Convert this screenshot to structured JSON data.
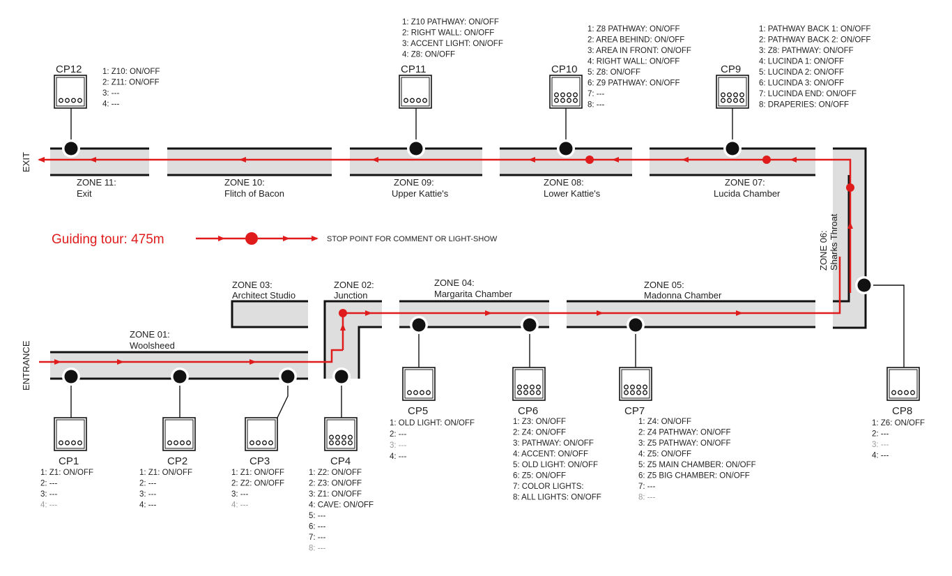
{
  "zones": [
    {
      "key": "z01",
      "label": "ZONE 01:",
      "name": "Woolsheed"
    },
    {
      "key": "z02",
      "label": "ZONE 02:",
      "name": "Junction"
    },
    {
      "key": "z03",
      "label": "ZONE 03:",
      "name": "Architect Studio"
    },
    {
      "key": "z04",
      "label": "ZONE 04:",
      "name": "Margarita Chamber"
    },
    {
      "key": "z05",
      "label": "ZONE 05:",
      "name": "Madonna Chamber"
    },
    {
      "key": "z06",
      "label": "ZONE 06:",
      "name": "Sharks Throat"
    },
    {
      "key": "z07",
      "label": "ZONE 07:",
      "name": "Lucida Chamber"
    },
    {
      "key": "z08",
      "label": "ZONE 08:",
      "name": "Lower Kattie's"
    },
    {
      "key": "z09",
      "label": "ZONE 09:",
      "name": "Upper Kattie's"
    },
    {
      "key": "z10",
      "label": "ZONE 10:",
      "name": "Flitch of Bacon"
    },
    {
      "key": "z11",
      "label": "ZONE 11:",
      "name": "Exit"
    }
  ],
  "entrance_label": "ENTRANCE",
  "exit_label": "EXIT",
  "legend": {
    "tour_label": "Guiding tour: 475m",
    "stop_label": "STOP POINT FOR COMMENT  OR LIGHT-SHOW"
  },
  "control_panels": [
    {
      "key": "cp1",
      "name": "CP1",
      "buttons": 4,
      "lines": [
        {
          "text": "1: Z1: ON/OFF",
          "dim": false
        },
        {
          "text": "2: ---",
          "dim": false
        },
        {
          "text": "3: ---",
          "dim": false
        },
        {
          "text": "4: ---",
          "dim": true
        }
      ]
    },
    {
      "key": "cp2",
      "name": "CP2",
      "buttons": 4,
      "lines": [
        {
          "text": "1: Z1: ON/OFF",
          "dim": false
        },
        {
          "text": "2: ---",
          "dim": false
        },
        {
          "text": "3: ---",
          "dim": false
        },
        {
          "text": "4: ---",
          "dim": false
        }
      ]
    },
    {
      "key": "cp3",
      "name": "CP3",
      "buttons": 4,
      "lines": [
        {
          "text": "1: Z1: ON/OFF",
          "dim": false
        },
        {
          "text": "2: Z2: ON/OFF",
          "dim": false
        },
        {
          "text": "3: ---",
          "dim": false
        },
        {
          "text": "4: ---",
          "dim": true
        }
      ]
    },
    {
      "key": "cp4",
      "name": "CP4",
      "buttons": 8,
      "lines": [
        {
          "text": "1: Z2: ON/OFF",
          "dim": false
        },
        {
          "text": "2: Z3: ON/OFF",
          "dim": false
        },
        {
          "text": "3: Z1: ON/OFF",
          "dim": false
        },
        {
          "text": "4: CAVE: ON/OFF",
          "dim": false
        },
        {
          "text": "5: ---",
          "dim": false
        },
        {
          "text": "6: ---",
          "dim": false
        },
        {
          "text": "7: ---",
          "dim": false
        },
        {
          "text": "8: ---",
          "dim": true
        }
      ]
    },
    {
      "key": "cp5",
      "name": "CP5",
      "buttons": 4,
      "lines": [
        {
          "text": "1: OLD LIGHT: ON/OFF",
          "dim": false
        },
        {
          "text": "2: ---",
          "dim": false
        },
        {
          "text": "3: ---",
          "dim": true
        },
        {
          "text": "4: ---",
          "dim": false
        }
      ]
    },
    {
      "key": "cp6",
      "name": "CP6",
      "buttons": 8,
      "lines": [
        {
          "text": "1: Z3: ON/OFF",
          "dim": false
        },
        {
          "text": "2: Z4: ON/OFF",
          "dim": false
        },
        {
          "text": "3: PATHWAY: ON/OFF",
          "dim": false
        },
        {
          "text": "4: ACCENT: ON/OFF",
          "dim": false
        },
        {
          "text": "5: OLD LIGHT: ON/OFF",
          "dim": false
        },
        {
          "text": "6: Z5: ON/OFF",
          "dim": false
        },
        {
          "text": "7: COLOR LIGHTS:",
          "dim": false
        },
        {
          "text": "8: ALL LIGHTS: ON/OFF",
          "dim": false
        }
      ]
    },
    {
      "key": "cp7",
      "name": "CP7",
      "buttons": 8,
      "lines": [
        {
          "text": "1: Z4: ON/OFF",
          "dim": false
        },
        {
          "text": "2: Z4 PATHWAY: ON/OFF",
          "dim": false
        },
        {
          "text": "3: Z5 PATHWAY: ON/OFF",
          "dim": false
        },
        {
          "text": "4: Z5: ON/OFF",
          "dim": false
        },
        {
          "text": "5: Z5 MAIN CHAMBER: ON/OFF",
          "dim": false
        },
        {
          "text": "6: Z5 BIG CHAMBER: ON/OFF",
          "dim": false
        },
        {
          "text": "7: ---",
          "dim": false
        },
        {
          "text": "8: ---",
          "dim": true
        }
      ]
    },
    {
      "key": "cp8",
      "name": "CP8",
      "buttons": 4,
      "lines": [
        {
          "text": "1: Z6: ON/OFF",
          "dim": false
        },
        {
          "text": "2: ---",
          "dim": false
        },
        {
          "text": "3: ---",
          "dim": true
        },
        {
          "text": "4: ---",
          "dim": false
        }
      ]
    },
    {
      "key": "cp9",
      "name": "CP9",
      "buttons": 8,
      "lines": [
        {
          "text": "1: PATHWAY BACK 1: ON/OFF",
          "dim": false
        },
        {
          "text": "2: PATHWAY BACK 2: ON/OFF",
          "dim": false
        },
        {
          "text": "3: Z8: PATHWAY: ON/OFF",
          "dim": false
        },
        {
          "text": "4: LUCINDA 1: ON/OFF",
          "dim": false
        },
        {
          "text": "5: LUCINDA 2: ON/OFF",
          "dim": false
        },
        {
          "text": "6: LUCINDA 3: ON/OFF",
          "dim": false
        },
        {
          "text": "7: LUCINDA END: ON/OFF",
          "dim": false
        },
        {
          "text": "8: DRAPERIES: ON/OFF",
          "dim": false
        }
      ]
    },
    {
      "key": "cp10",
      "name": "CP10",
      "buttons": 8,
      "lines": [
        {
          "text": "1: Z8 PATHWAY: ON/OFF",
          "dim": false
        },
        {
          "text": "2: AREA BEHIND: ON/OFF",
          "dim": false
        },
        {
          "text": "3: AREA IN FRONT: ON/OFF",
          "dim": false
        },
        {
          "text": "4: RIGHT WALL: ON/OFF",
          "dim": false
        },
        {
          "text": "5: Z8: ON/OFF",
          "dim": false
        },
        {
          "text": "6: Z9 PATHWAY: ON/OFF",
          "dim": false
        },
        {
          "text": "7: ---",
          "dim": false
        },
        {
          "text": "8: ---",
          "dim": false
        }
      ]
    },
    {
      "key": "cp11",
      "name": "CP11",
      "buttons": 4,
      "lines": [
        {
          "text": "1: Z10 PATHWAY: ON/OFF",
          "dim": false
        },
        {
          "text": "2: RIGHT WALL: ON/OFF",
          "dim": false
        },
        {
          "text": "3: ACCENT LIGHT: ON/OFF",
          "dim": false
        },
        {
          "text": "4: Z8: ON/OFF",
          "dim": false
        }
      ]
    },
    {
      "key": "cp12",
      "name": "CP12",
      "buttons": 4,
      "lines": [
        {
          "text": "1: Z10: ON/OFF",
          "dim": false
        },
        {
          "text": "2: Z11: ON/OFF",
          "dim": false
        },
        {
          "text": "3: ---",
          "dim": false
        },
        {
          "text": "4: ---",
          "dim": false
        }
      ]
    }
  ],
  "colors": {
    "route": "#e01b1b",
    "passage_fill": "#dedede",
    "wall": "#111111"
  }
}
